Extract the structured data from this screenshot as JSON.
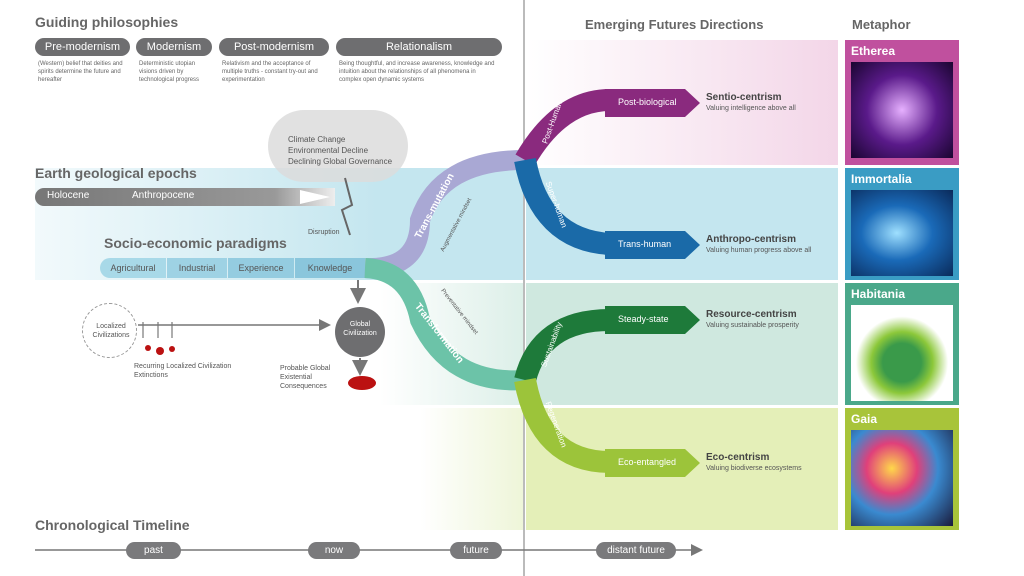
{
  "guiding": {
    "title": "Guiding philosophies",
    "items": [
      {
        "label": "Pre-modernism",
        "desc": "(Western) belief that deities and spirits determine the future and hereafter"
      },
      {
        "label": "Modernism",
        "desc": "Deterministic utopian visions driven by technological progress"
      },
      {
        "label": "Post-modernism",
        "desc": "Relativism and the acceptance of multiple truths - constant try-out and experimentation"
      },
      {
        "label": "Relationalism",
        "desc": "Being thoughtful, and increase awareness, knowledge and intuition about the relationships of all phenomena in complex open dynamic systems"
      }
    ]
  },
  "cloud": {
    "lines": [
      "Climate Change",
      "Environmental Decline",
      "Declining Global Governance"
    ],
    "disruption": "Disruption"
  },
  "epochs": {
    "title": "Earth geological epochs",
    "items": [
      "Holocene",
      "Anthropocene"
    ]
  },
  "socio": {
    "title": "Socio-economic paradigms",
    "items": [
      "Agricultural",
      "Industrial",
      "Experience",
      "Knowledge"
    ]
  },
  "civ": {
    "local": "Localized Civilizations",
    "global": "Global Civilization",
    "recurring": "Recurring Localized Civilization Extinctions",
    "probable": "Probable Global Existential Consequences"
  },
  "paths": {
    "transmutation": "Trans-mutation",
    "augment": "Augmentative mindset",
    "transformation": "Transformation",
    "preventive": "Preventative mindset"
  },
  "futures": {
    "title": "Emerging Futures Directions",
    "branches": [
      {
        "branch": "Post-Human",
        "arrow": "Post-biological",
        "title": "Sentio-centrism",
        "sub": "Valuing intelligence above all",
        "color": "#8a2a7e"
      },
      {
        "branch": "Super-human",
        "arrow": "Trans-human",
        "title": "Anthropo-centrism",
        "sub": "Valuing human progress above all",
        "color": "#1a6aa8"
      },
      {
        "branch": "Sustainability",
        "arrow": "Steady-state",
        "title": "Resource-centrism",
        "sub": "Valuing sustainable prosperity",
        "color": "#1e7a3a"
      },
      {
        "branch": "Regeneration",
        "arrow": "Eco-entangled",
        "title": "Eco-centrism",
        "sub": "Valuing biodiverse ecosystems",
        "color": "#9cc43a"
      }
    ]
  },
  "metaphor": {
    "title": "Metaphor",
    "items": [
      {
        "label": "Etherea",
        "color": "#c0509e"
      },
      {
        "label": "Immortalia",
        "color": "#3a9cc4"
      },
      {
        "label": "Habitania",
        "color": "#4aa88a"
      },
      {
        "label": "Gaia",
        "color": "#a8c43a"
      }
    ]
  },
  "timeline": {
    "title": "Chronological Timeline",
    "items": [
      "past",
      "now",
      "future",
      "distant future"
    ]
  }
}
